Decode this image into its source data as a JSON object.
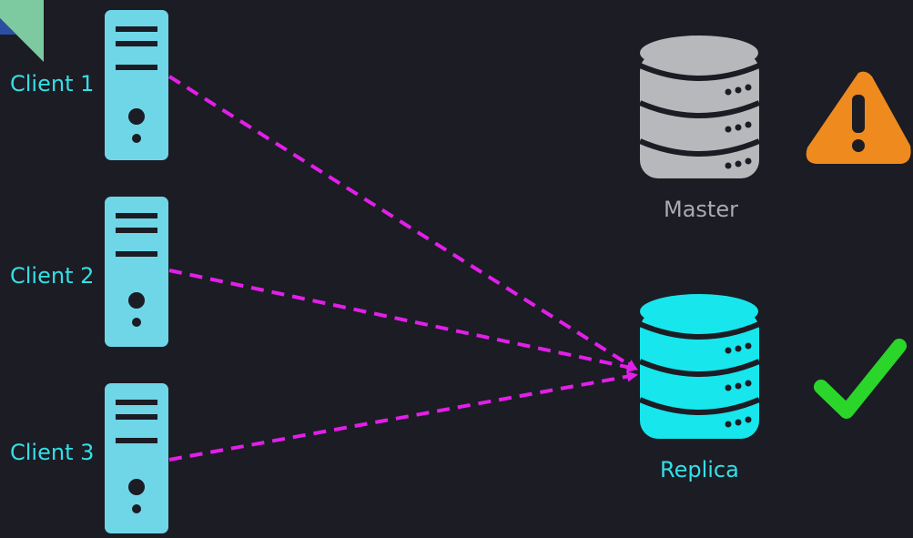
{
  "colors": {
    "background": "#1b1c24",
    "client_server": "#6fd6e8",
    "client_label": "#35dfe6",
    "arrow": "#e21fe8",
    "master_db": "#b6b8bc",
    "replica_db": "#17e6ec",
    "warning": "#ef8a1f",
    "check": "#2bd62b"
  },
  "clients": [
    {
      "label": "Client 1"
    },
    {
      "label": "Client 2"
    },
    {
      "label": "Client 3"
    }
  ],
  "master": {
    "label": "Master",
    "status_icon": "warning-icon"
  },
  "replica": {
    "label": "Replica",
    "status_icon": "checkmark-icon"
  },
  "corner_logo": {
    "icon": "logo-icon"
  }
}
